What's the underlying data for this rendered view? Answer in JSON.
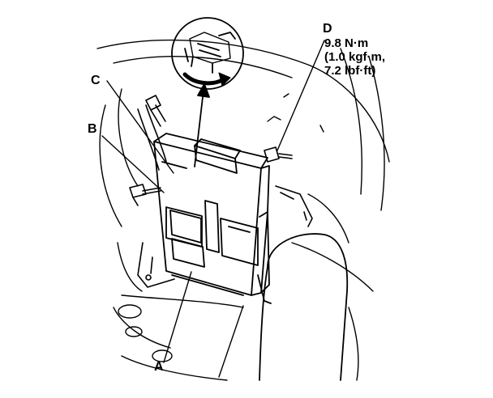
{
  "labels": {
    "a": "A",
    "b": "B",
    "c": "C",
    "d": "D"
  },
  "torque": {
    "line1": "9.8 N·m",
    "line2": "(1.0 kgf·m,",
    "line3": "7.2 lbf·ft)"
  },
  "icons": {
    "connector_detail": "connector-rotation-inset",
    "rotation_arrow": "rotate-arrow"
  }
}
